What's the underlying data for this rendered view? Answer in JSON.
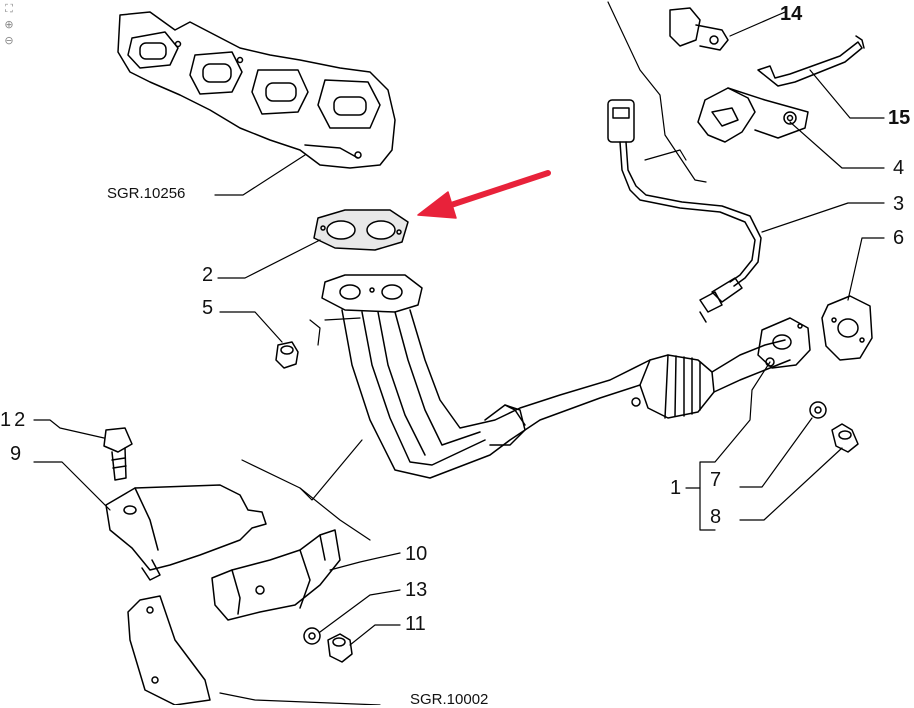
{
  "toolbar": {
    "fit_icon": "fit-screen-icon",
    "zoom_in_icon": "zoom-in-icon",
    "zoom_out_icon": "zoom-out-icon",
    "fit_glyph": "⛶",
    "zoom_in_glyph": "⊕",
    "zoom_out_glyph": "⊖"
  },
  "colors": {
    "arrow": "#e8223a",
    "line": "#000000",
    "gasket_fill": "#e8e8e8"
  },
  "references": {
    "top": "SGR.10256",
    "bottom": "SGR.10002"
  },
  "callouts": {
    "p1": "1",
    "p2": "2",
    "p3": "3",
    "p4": "4",
    "p5": "5",
    "p6": "6",
    "p7": "7",
    "p8": "8",
    "p9": "9",
    "p10": "10",
    "p11": "11",
    "p12": "12",
    "p13": "13",
    "p14": "14",
    "p15": "15"
  }
}
